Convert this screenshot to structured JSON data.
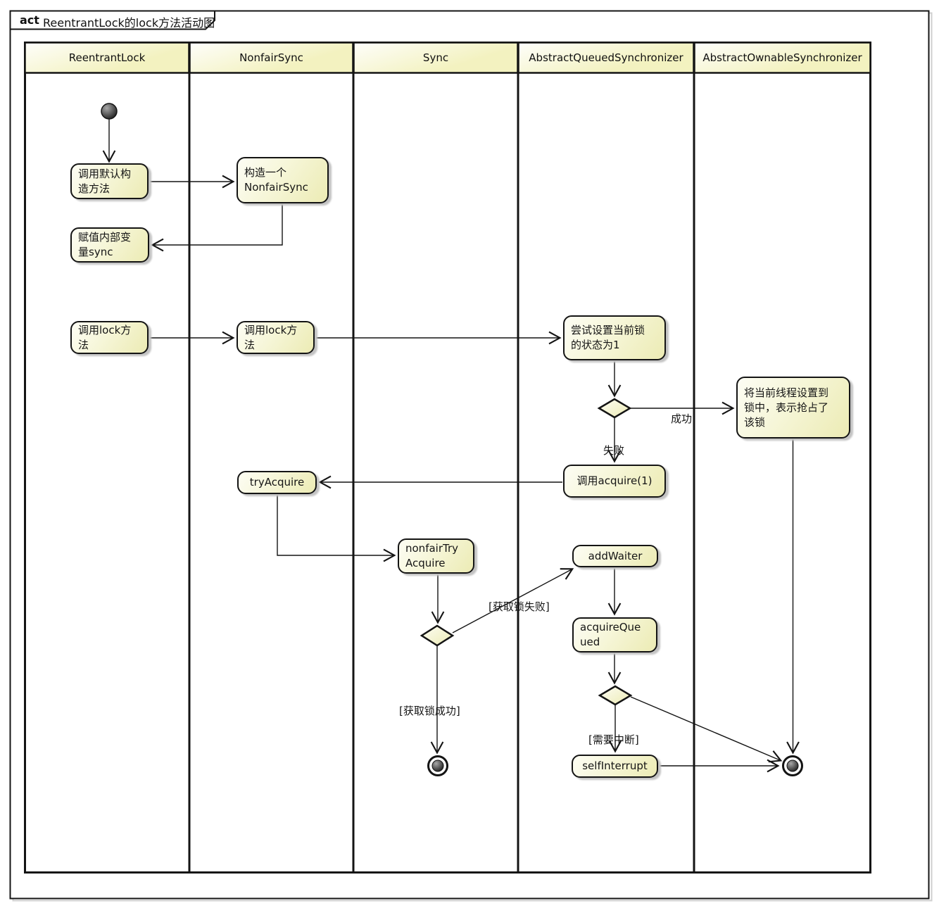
{
  "frame": {
    "keyword": "act",
    "title": "ReentrantLock的lock方法活动图"
  },
  "lanes": [
    {
      "name": "ReentrantLock"
    },
    {
      "name": "NonfairSync"
    },
    {
      "name": "Sync"
    },
    {
      "name": "AbstractQueuedSynchronizer"
    },
    {
      "name": "AbstractOwnableSynchronizer"
    }
  ],
  "activities": {
    "call_default_constructor": {
      "lines": [
        "调用默认构",
        "造方法"
      ]
    },
    "construct_nonfairsync": {
      "lines": [
        "构造一个",
        "NonfairSync"
      ]
    },
    "assign_sync_variable": {
      "lines": [
        "赋值内部变",
        "量sync"
      ]
    },
    "call_lock_reentrantlock": {
      "lines": [
        "调用lock方",
        "法"
      ]
    },
    "call_lock_nonfairsync": {
      "lines": [
        "调用lock方",
        "法"
      ]
    },
    "try_set_state": {
      "lines": [
        "尝试设置当前锁",
        "的状态为1"
      ]
    },
    "set_owner_thread": {
      "lines": [
        "将当前线程设置到",
        "锁中，表示抢占了",
        "该锁"
      ]
    },
    "call_acquire": {
      "lines": [
        "调用acquire(1)"
      ]
    },
    "try_acquire": {
      "lines": [
        "tryAcquire"
      ]
    },
    "nonfair_try_acquire": {
      "lines": [
        "nonfairTry",
        "Acquire"
      ]
    },
    "add_waiter": {
      "lines": [
        "addWaiter"
      ]
    },
    "acquire_queued": {
      "lines": [
        "acquireQue",
        "ued"
      ]
    },
    "self_interrupt": {
      "lines": [
        "selfInterrupt"
      ]
    }
  },
  "edge_labels": {
    "success": "成功",
    "failure": "失败",
    "lock_failed": "[获取锁失败]",
    "lock_succeeded": "[获取锁成功]",
    "need_interrupt": "[需要中断]"
  },
  "colors": {
    "activity_fill_light": "#fdfdf4",
    "activity_fill_dark": "#ecebb4",
    "border": "#141414",
    "shadow": "#c8c8c8",
    "background": "#ffffff"
  }
}
